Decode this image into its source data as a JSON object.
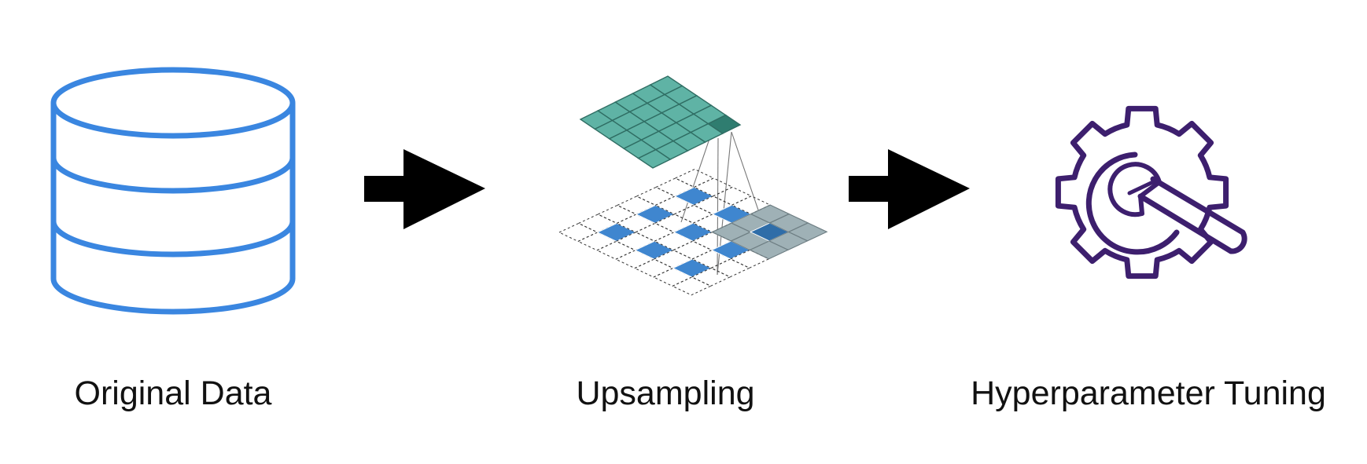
{
  "diagram": {
    "nodes": [
      {
        "id": "original-data",
        "label": "Original Data",
        "icon": "database-icon",
        "color": "#3a86e0"
      },
      {
        "id": "upsampling",
        "label": "Upsampling",
        "icon": "transposed-convolution-icon",
        "colors": {
          "output_grid": "#5fb3a5",
          "output_grid_stroke": "#2f6d63",
          "input_cell": "#3f86cf",
          "kernel_window": "#9fb1b6"
        }
      },
      {
        "id": "hyperparameter-tuning",
        "label": "Hyperparameter Tuning",
        "icon": "gear-wrench-icon",
        "color": "#3d1f6e"
      }
    ],
    "edges": [
      {
        "from": "original-data",
        "to": "upsampling",
        "icon": "arrow-right-icon",
        "color": "#000000"
      },
      {
        "from": "upsampling",
        "to": "hyperparameter-tuning",
        "icon": "arrow-right-icon",
        "color": "#000000"
      }
    ]
  }
}
